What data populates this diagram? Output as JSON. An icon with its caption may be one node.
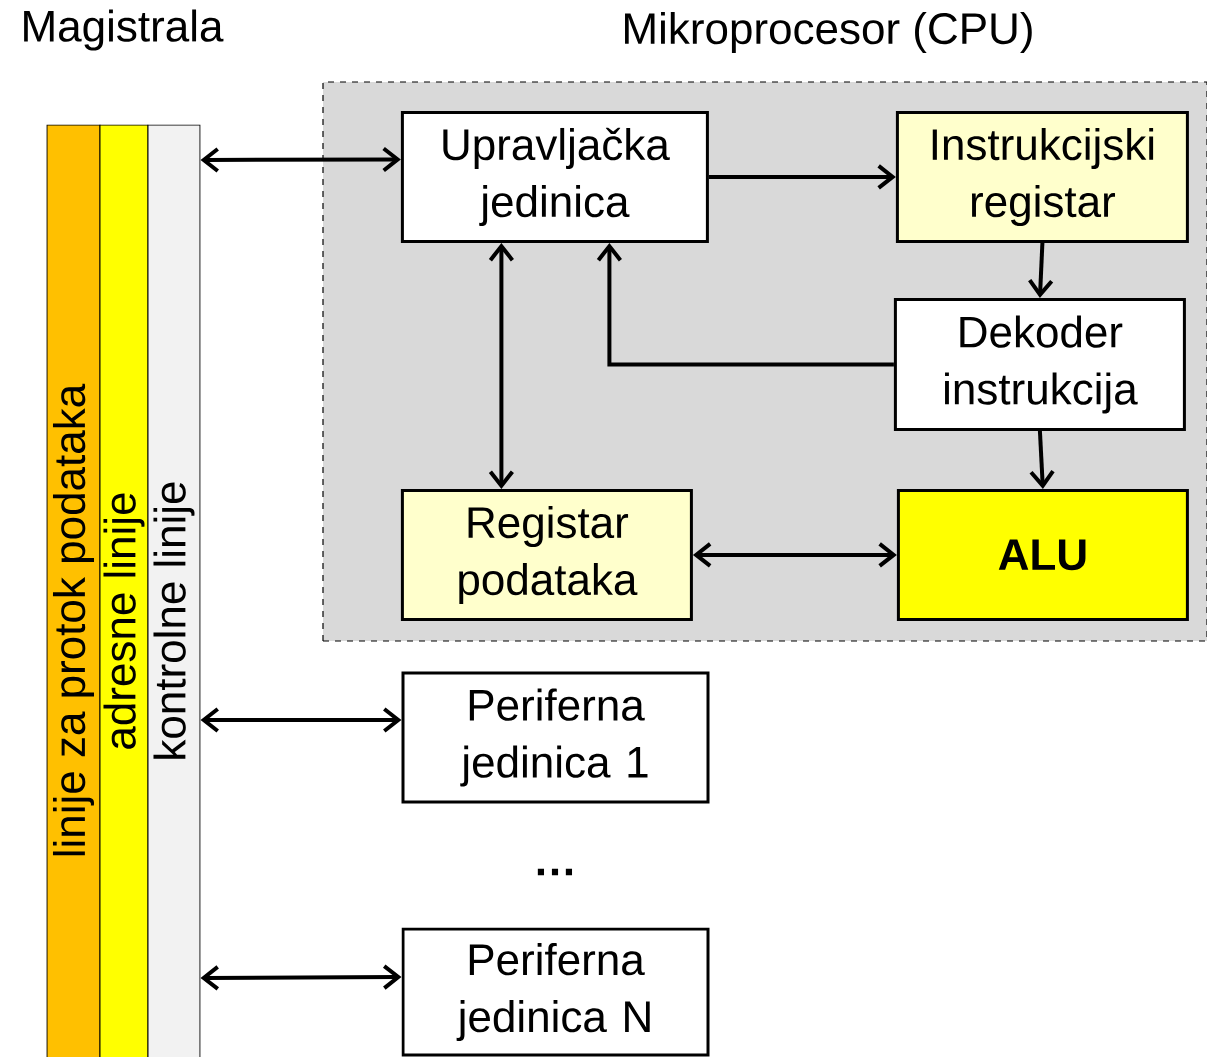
{
  "diagram": {
    "nodes": [
      {
        "text": [
          "linije za protok podataka"
        ]
      },
      {
        "text": [
          "adresne linije"
        ]
      },
      {
        "text": [
          "kontrolne linije"
        ]
      },
      {
        "text": [
          "Mikroprocesor (CPU)"
        ]
      },
      {
        "text": [
          "Upravljačka jedinica"
        ],
        "in": 3
      },
      {
        "text": [
          "Instrukcijski registar"
        ],
        "in": 3
      },
      {
        "text": [
          "Dekoder instrukcija"
        ],
        "in": 3
      },
      {
        "text": [
          "Registar podataka"
        ],
        "in": 3
      },
      {
        "text": [
          "ALU"
        ],
        "in": 3
      },
      {
        "text": [
          "Periferna jedinica 1"
        ]
      },
      {
        "text": [
          "Periferna jedinica N"
        ]
      }
    ],
    "edges": [
      {
        "from": 2,
        "to": 4,
        "arrow": "both"
      },
      {
        "from": 4,
        "to": 5,
        "arrow": "to"
      },
      {
        "from": 5,
        "to": 6,
        "arrow": "to"
      },
      {
        "from": 6,
        "to": 4,
        "arrow": "to"
      },
      {
        "from": 4,
        "to": 7,
        "arrow": "both"
      },
      {
        "from": 6,
        "to": 8,
        "arrow": "to"
      },
      {
        "from": 7,
        "to": 8,
        "arrow": "both"
      },
      {
        "from": 2,
        "to": 9,
        "arrow": "both"
      },
      {
        "from": 2,
        "to": 10,
        "arrow": "both"
      }
    ],
    "labels": [
      "Magistrala",
      "…"
    ]
  }
}
